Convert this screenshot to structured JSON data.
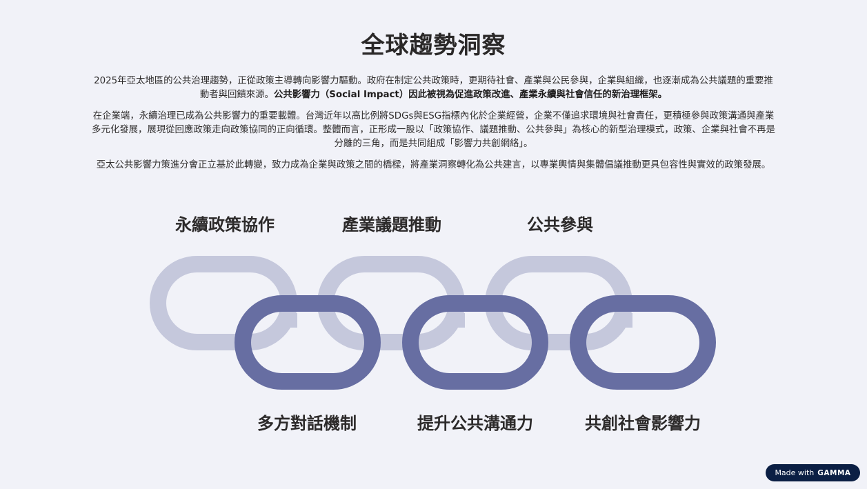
{
  "slide": {
    "title": "全球趨勢洞察",
    "para1_a": "2025年亞太地區的公共治理趨勢，正從政策主導轉向影響力驅動。政府在制定公共政策時，更期待社會、產業與公民參與，企業與組織，也逐漸成為公共議題的重要推動者與回饋來源。",
    "para1_b": "公共影響力（Social Impact）因此被視為促進政策改進、產業永續與社會信任的新治理框架。",
    "para2": "在企業端，永續治理已成為公共影響力的重要載體。台灣近年以高比例將SDGs與ESG指標內化於企業經營，企業不僅追求環境與社會責任，更積極參與政策溝通與產業多元化發展，展現從回應政策走向政策協同的正向循環。整體而言，正形成一股以「政策協作、議題推動、公共參與」為核心的新型治理模式，政策、企業與社會不再是分離的三角，而是共同組成「影響力共創網絡」。",
    "para3": "亞太公共影響力策進分會正立基於此轉變，致力成為企業與政策之間的橋樑，將產業洞察轉化為公共建言，以專業輿情與集體倡議推動更具包容性與實效的政策發展。"
  },
  "chain": {
    "top_labels": [
      "永續政策協作",
      "產業議題推動",
      "公共參與"
    ],
    "bottom_labels": [
      "多方對話機制",
      "提升公共溝通力",
      "共創社會影響力"
    ],
    "colors": {
      "light_link": "#c5c8dc",
      "dark_link": "#676ea2"
    }
  },
  "badge": {
    "prefix": "Made with",
    "brand": "GAMMA"
  }
}
